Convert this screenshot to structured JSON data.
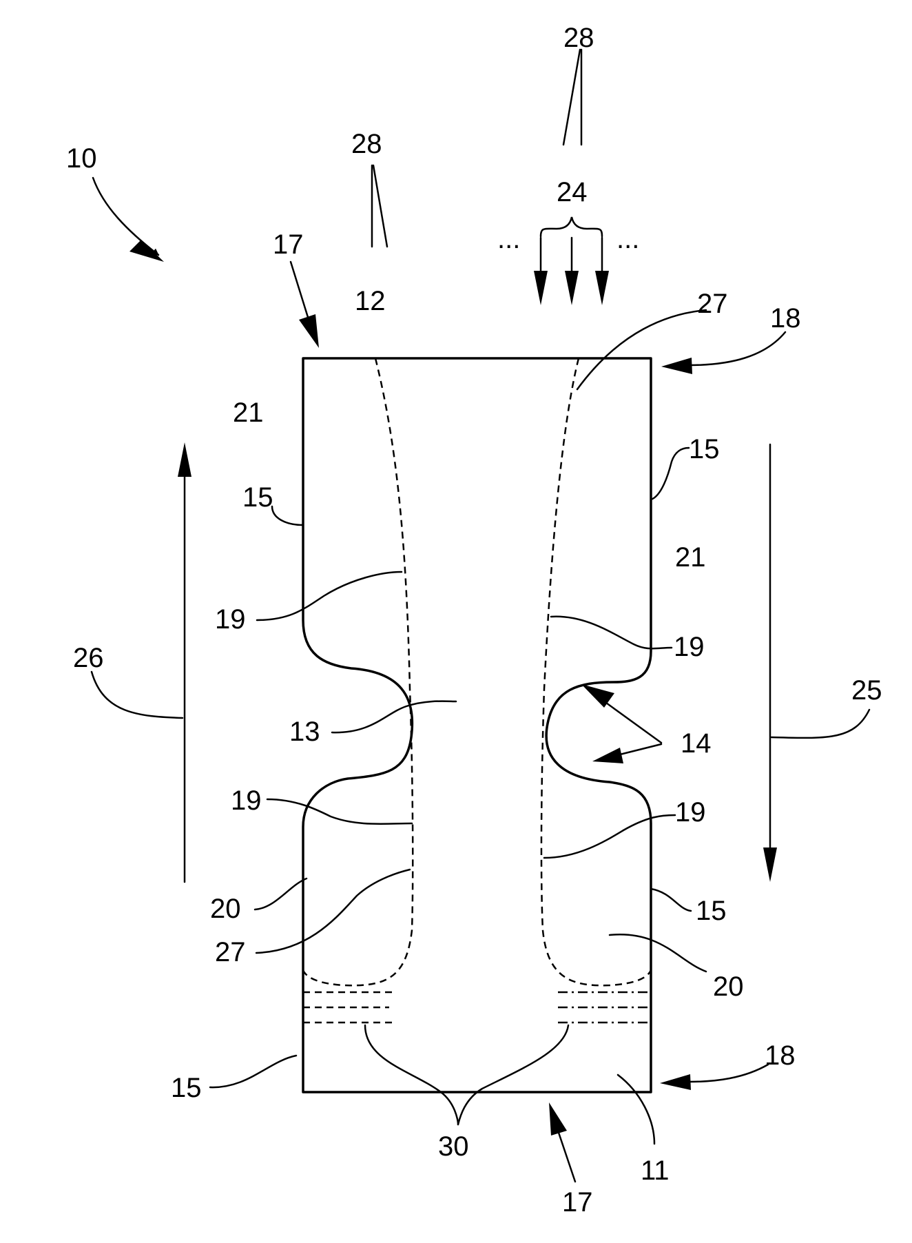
{
  "labels": {
    "l10": "10",
    "l11": "11",
    "l12": "12",
    "l13": "13",
    "l14": "14",
    "l15": "15",
    "l17": "17",
    "l18": "18",
    "l19": "19",
    "l20": "20",
    "l21": "21",
    "l24": "24",
    "l25": "25",
    "l26": "26",
    "l27": "27",
    "l28": "28",
    "l30": "30",
    "ellipsis": "..."
  }
}
